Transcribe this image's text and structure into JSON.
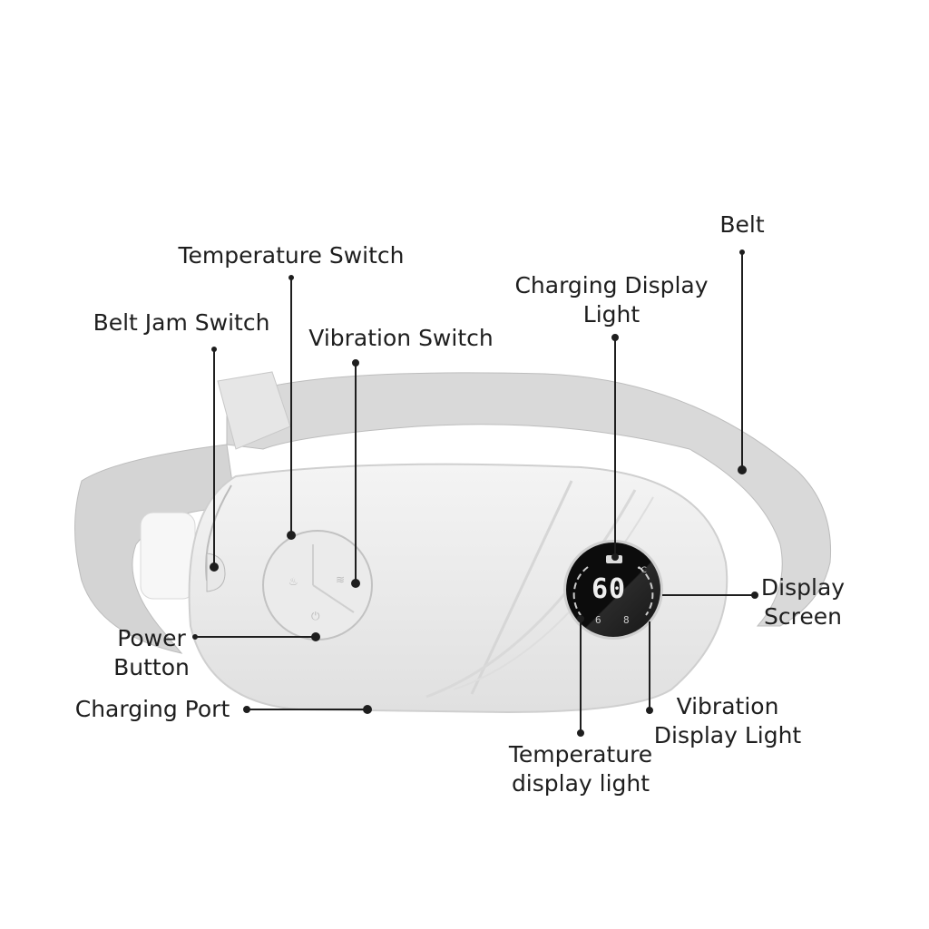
{
  "labels": {
    "belt": "Belt",
    "temperature_switch": "Temperature Switch",
    "belt_jam_switch": "Belt Jam Switch",
    "vibration_switch": "Vibration Switch",
    "charging_display_light": [
      "Charging Display",
      "Light"
    ],
    "display_screen": [
      "Display",
      "Screen"
    ],
    "power_button": [
      "Power",
      "Button"
    ],
    "charging_port": "Charging Port",
    "vibration_display_light": [
      "Vibration",
      "Display Light"
    ],
    "temperature_display_light": [
      "Temperature",
      "display light"
    ]
  },
  "display": {
    "reading": "60",
    "unit": "°C",
    "left_level": "6",
    "right_level": "8"
  },
  "colors": {
    "device": "#ededed",
    "belt": "#d6d6d6",
    "screen": "#111111",
    "leader": "#1e1e1e"
  }
}
